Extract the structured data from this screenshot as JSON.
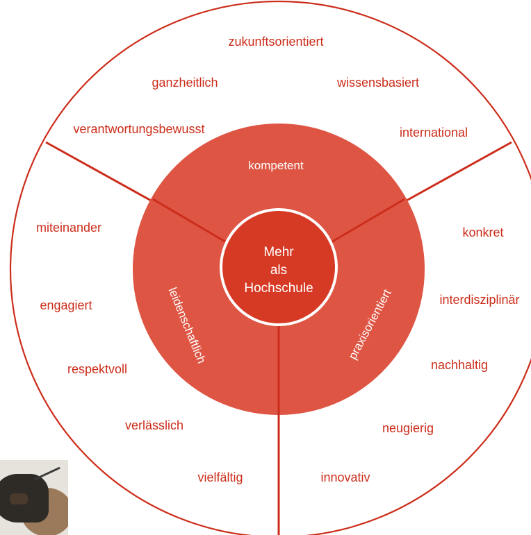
{
  "colors": {
    "line": "#cc2d1a",
    "ring_fill": "#de5544",
    "core_fill": "#d63a24",
    "outer_text": "#cc2d1a",
    "inner_text": "#ffffff"
  },
  "center": {
    "line1": "Mehr",
    "line2": "als",
    "line3": "Hochschule"
  },
  "inner_ring": {
    "top": "kompetent",
    "left": "leidenschaftlich",
    "right": "praxisorientiert"
  },
  "outer_words": {
    "top": [
      "zukunftsorientiert",
      "ganzheitlich",
      "wissensbasiert",
      "verantwortungsbewusst",
      "international"
    ],
    "left": [
      "miteinander",
      "engagiert",
      "respektvoll",
      "verlässlich",
      "vielfältig"
    ],
    "right": [
      "konkret",
      "interdisziplinär",
      "nachhaltig",
      "neugierig",
      "innovativ"
    ]
  },
  "thumbnail": {
    "icon": "headphones-photo-thumbnail"
  }
}
